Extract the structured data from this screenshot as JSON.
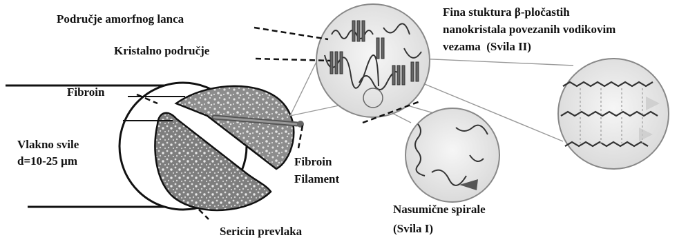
{
  "labels": {
    "amorphous_region": "Područje amorfnog lanca",
    "crystalline_region": "Kristalno područje",
    "fine_structure": "Fina stuktura β-pločastih\nnanokristala povezanih vodikovim\nvezama  (Svila II)",
    "fibroin": "Fibroin",
    "silk_fiber": "Vlakno svile\nd=10-25 µm",
    "fibroin_filament": "Fibroin\nFilament",
    "random_coils": "Nasumične spirale\n(Svila I)",
    "sericin_coating": "Sericin prevlaka"
  },
  "colors": {
    "ink": "#111111",
    "lens_fill": "#e9e9e9",
    "cross_section": "#8a8a8a",
    "helix": "#4a4a4a"
  }
}
